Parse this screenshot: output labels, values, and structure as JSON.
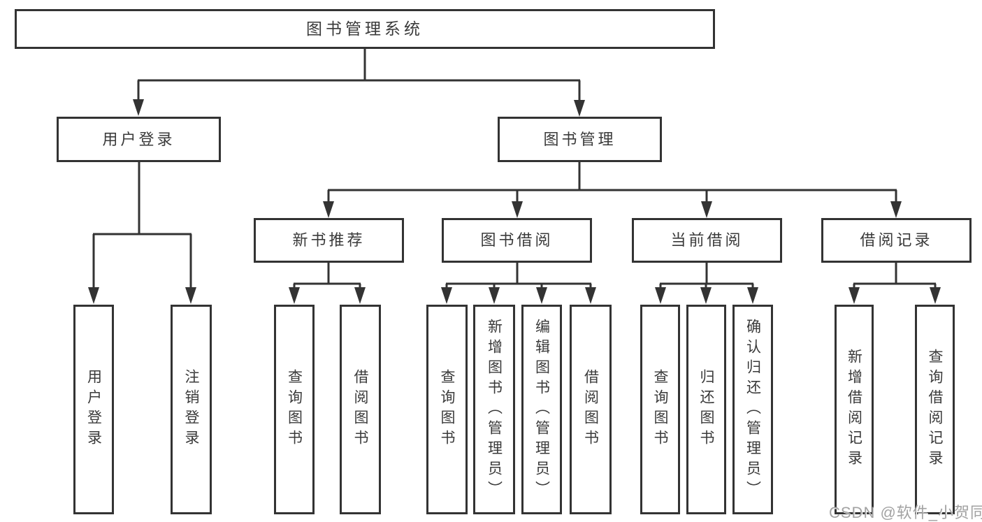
{
  "colors": {
    "line": "#333333",
    "box_border": "#333333",
    "text": "#3a3a3a",
    "background": "#ffffff",
    "watermark": "#a2a2a2"
  },
  "watermark": {
    "text": "CSDN @软件_小贺同学"
  },
  "nodes": {
    "root": {
      "label": "图书管理系统"
    },
    "level2": [
      {
        "label": "用户登录"
      },
      {
        "label": "图书管理"
      }
    ],
    "level3": [
      {
        "label": "新书推荐"
      },
      {
        "label": "图书借阅"
      },
      {
        "label": "当前借阅"
      },
      {
        "label": "借阅记录"
      }
    ],
    "leaves": [
      {
        "label": "用户登录"
      },
      {
        "label": "注销登录"
      },
      {
        "label": "查询图书"
      },
      {
        "label": "借阅图书"
      },
      {
        "label": "查询图书"
      },
      {
        "label": "新增图书（管理员）"
      },
      {
        "label": "编辑图书（管理员）"
      },
      {
        "label": "借阅图书"
      },
      {
        "label": "查询图书"
      },
      {
        "label": "归还图书"
      },
      {
        "label": "确认归还（管理员）"
      },
      {
        "label": "新增借阅记录"
      },
      {
        "label": "查询借阅记录"
      }
    ]
  },
  "hierarchy": {
    "图书管理系统": [
      "用户登录",
      "图书管理"
    ],
    "用户登录": [
      "用户登录",
      "注销登录"
    ],
    "图书管理": [
      "新书推荐",
      "图书借阅",
      "当前借阅",
      "借阅记录"
    ],
    "新书推荐": [
      "查询图书",
      "借阅图书"
    ],
    "图书借阅": [
      "查询图书",
      "新增图书（管理员）",
      "编辑图书（管理员）",
      "借阅图书"
    ],
    "当前借阅": [
      "查询图书",
      "归还图书",
      "确认归还（管理员）"
    ],
    "借阅记录": [
      "新增借阅记录",
      "查询借阅记录"
    ]
  }
}
